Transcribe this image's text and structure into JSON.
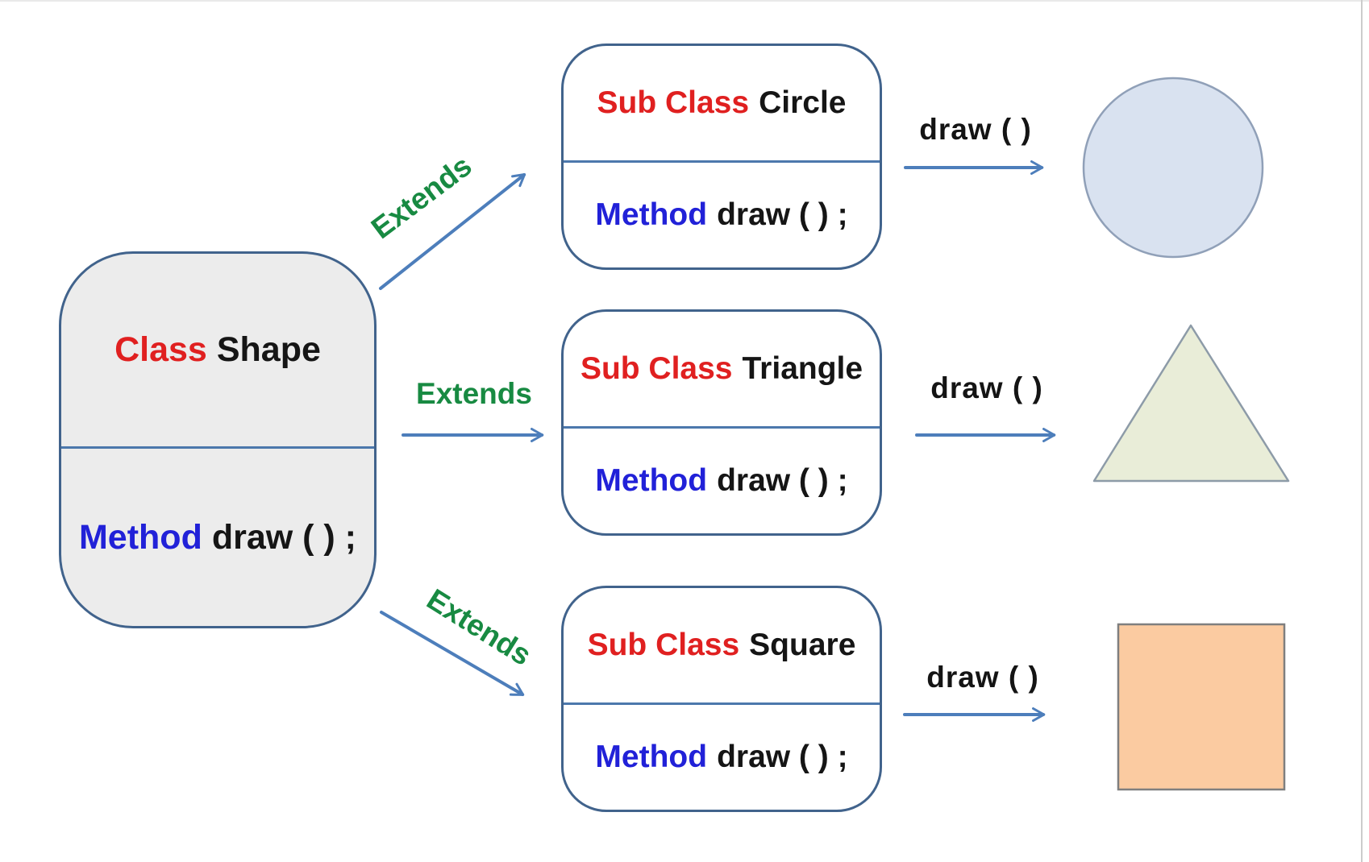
{
  "diagram": {
    "base_class": {
      "keyword": "Class",
      "name": "Shape",
      "method_keyword": "Method",
      "method_signature": "draw ( ) ;"
    },
    "subclasses": [
      {
        "keyword": "Sub Class",
        "name": "Circle",
        "method_keyword": "Method",
        "method_signature": "draw ( ) ;",
        "extends_label": "Extends",
        "draw_label": "draw ( )",
        "shape": "circle",
        "shape_fill": "#D9E2F0",
        "shape_border": "#90A0B8"
      },
      {
        "keyword": "Sub Class",
        "name": "Triangle",
        "method_keyword": "Method",
        "method_signature": "draw ( ) ;",
        "extends_label": "Extends",
        "draw_label": "draw ( )",
        "shape": "triangle",
        "shape_fill": "#E9EDD8",
        "shape_border": "#8D9BA8"
      },
      {
        "keyword": "Sub Class",
        "name": "Square",
        "method_keyword": "Method",
        "method_signature": "draw ( ) ;",
        "extends_label": "Extends",
        "draw_label": "draw ( )",
        "shape": "square",
        "shape_fill": "#FBCBA1",
        "shape_border": "#7F7F7F"
      }
    ],
    "colors": {
      "box_border": "#41638C",
      "box_divider": "#4C78AC",
      "base_box_fill": "#ECECEC",
      "sub_box_fill": "#FFFFFF",
      "arrow_blue": "#4D7EBB",
      "keyword_red": "#E02020",
      "keyword_blue": "#2121D8",
      "extends_green": "#188A42",
      "text_black": "#151515",
      "page_edge_grey": "#CCCCCC"
    }
  }
}
